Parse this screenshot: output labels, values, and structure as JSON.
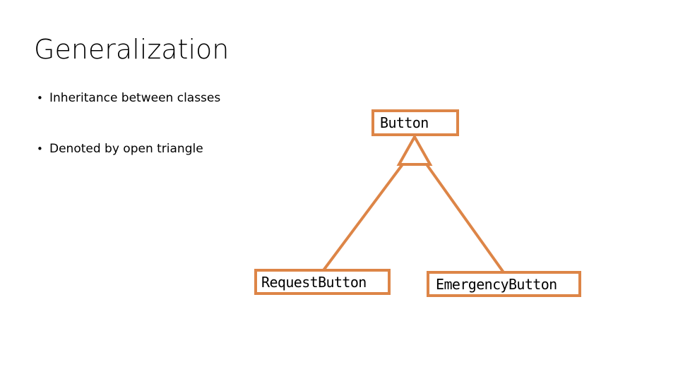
{
  "slide": {
    "title": "Generalization",
    "background_color": "#FFFFFF",
    "accent_color": "#DD8547",
    "text_color": "#000000"
  },
  "bullets": [
    {
      "marker": "•",
      "text": "Inheritance between classes"
    },
    {
      "marker": "•",
      "text": "Denoted by open triangle"
    }
  ],
  "diagram": {
    "type": "uml-class-generalization",
    "parent": {
      "label": "Button"
    },
    "children": [
      {
        "label": "RequestButton"
      },
      {
        "label": "EmergencyButton"
      }
    ],
    "relationship": "generalization",
    "arrow_style": "open-triangle"
  }
}
